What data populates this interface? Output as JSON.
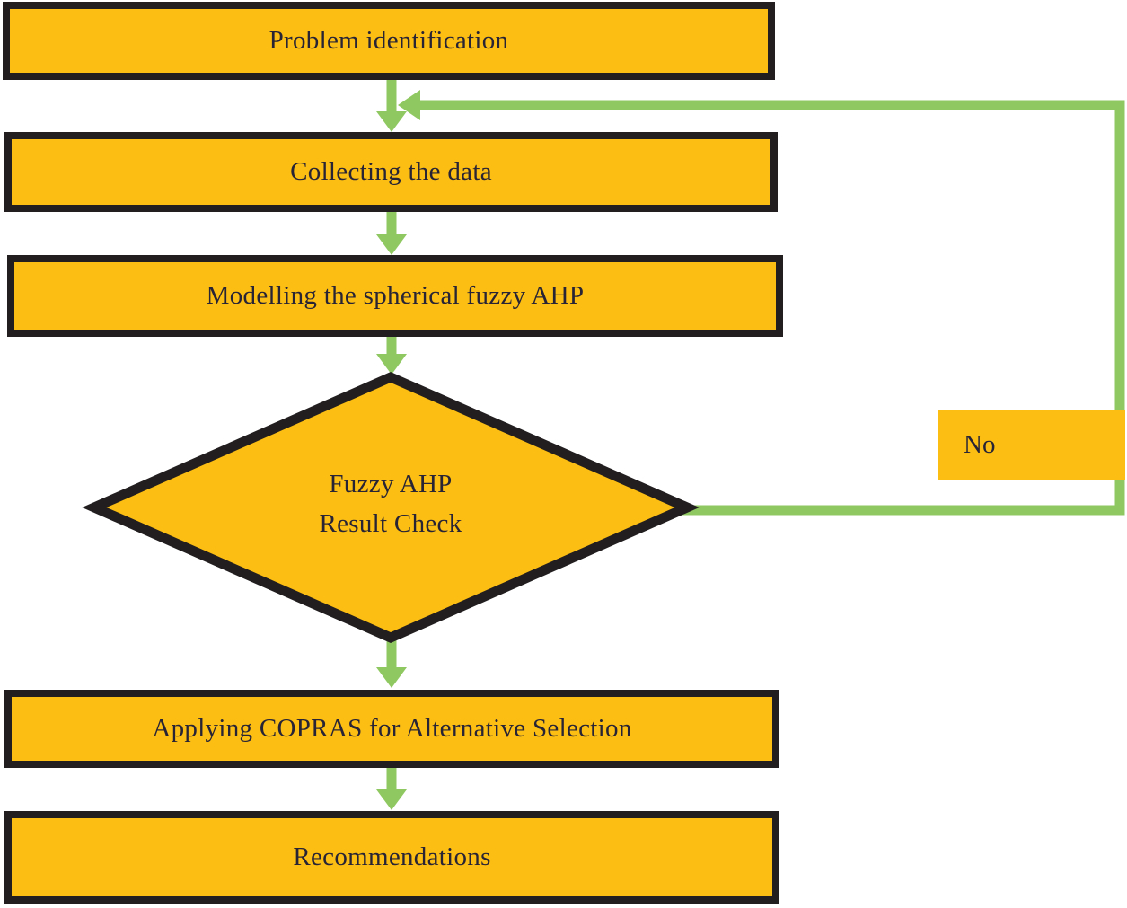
{
  "diagram": {
    "type": "flowchart",
    "nodes": [
      {
        "id": "problem-identification",
        "shape": "rectangle",
        "label": "Problem identification"
      },
      {
        "id": "collecting-the-data",
        "shape": "rectangle",
        "label": "Collecting the data"
      },
      {
        "id": "modelling-spherical-fuzzy-ahp",
        "shape": "rectangle",
        "label": "Modelling the spherical fuzzy AHP"
      },
      {
        "id": "fuzzy-ahp-result-check",
        "shape": "diamond",
        "label": "Fuzzy AHP Result Check",
        "label_lines": [
          "Fuzzy AHP",
          "Result Check"
        ]
      },
      {
        "id": "applying-copras",
        "shape": "rectangle",
        "label": "Applying COPRAS for Alternative Selection"
      },
      {
        "id": "recommendations",
        "shape": "rectangle",
        "label": "Recommendations"
      }
    ],
    "edges": [
      {
        "from": "problem-identification",
        "to": "collecting-the-data"
      },
      {
        "from": "collecting-the-data",
        "to": "modelling-spherical-fuzzy-ahp"
      },
      {
        "from": "modelling-spherical-fuzzy-ahp",
        "to": "fuzzy-ahp-result-check"
      },
      {
        "from": "fuzzy-ahp-result-check",
        "to": "collecting-the-data",
        "label": "No"
      },
      {
        "from": "fuzzy-ahp-result-check",
        "to": "applying-copras"
      },
      {
        "from": "applying-copras",
        "to": "recommendations"
      }
    ]
  },
  "colors": {
    "node_fill": "#FCBE12",
    "node_border": "#221E1F",
    "arrow": "#8FC860",
    "text": "#282436"
  }
}
